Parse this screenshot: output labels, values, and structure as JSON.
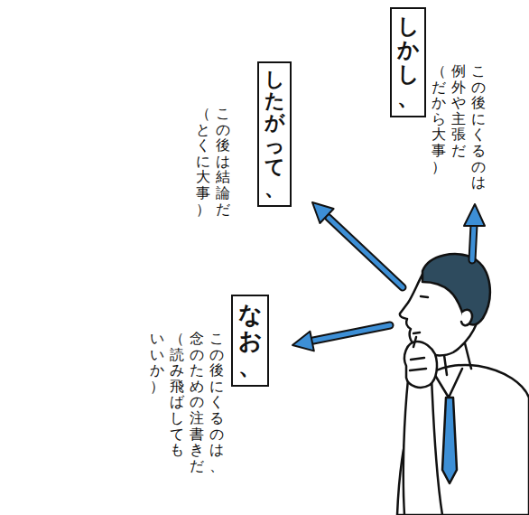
{
  "diagram": {
    "nodes": [
      {
        "text": [
          "しかし、",
          "この後にくるのは 例外や主張だ （だから大事）"
        ]
      },
      {
        "text": [
          "したがって、",
          "この後は結論だ （とくに大事）"
        ]
      },
      {
        "text": [
          "なお、",
          "この後にくるのは、 念のための注書きだ （読み飛ばしても いいか）"
        ]
      }
    ]
  }
}
